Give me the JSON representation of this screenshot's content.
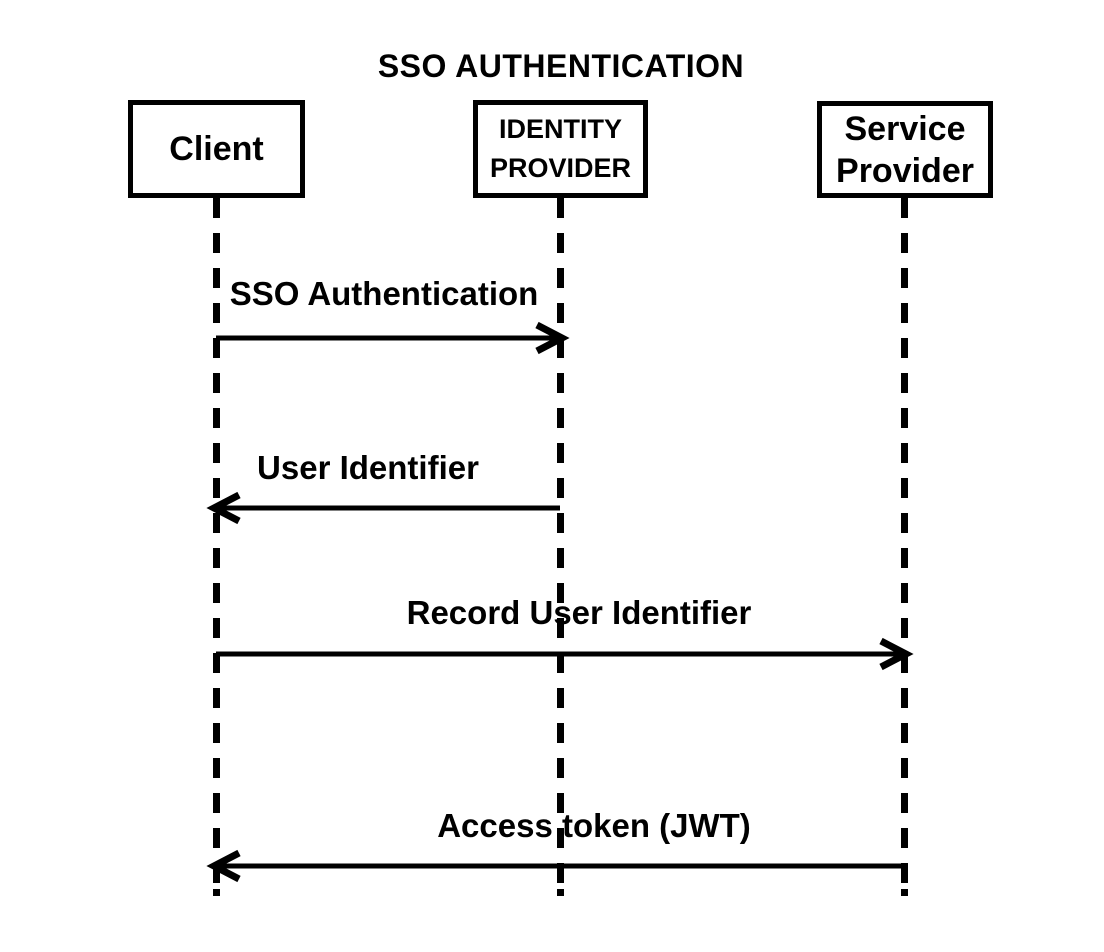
{
  "title": "SSO AUTHENTICATION",
  "diagram_type": "sequence-diagram",
  "colors": {
    "foreground": "#000000",
    "background": "#ffffff"
  },
  "actors": [
    {
      "id": "client",
      "label_lines": [
        "Client"
      ]
    },
    {
      "id": "identity-provider",
      "label_lines": [
        "IDENTITY",
        "PROVIDER"
      ]
    },
    {
      "id": "service-provider",
      "label_lines": [
        "Service",
        "Provider"
      ]
    }
  ],
  "messages": [
    {
      "label": "SSO Authentication",
      "from": "client",
      "to": "identity-provider",
      "direction": "right"
    },
    {
      "label": "User Identifier",
      "from": "identity-provider",
      "to": "client",
      "direction": "left"
    },
    {
      "label": "Record User Identifier",
      "from": "client",
      "to": "service-provider",
      "direction": "right"
    },
    {
      "label": "Access token (JWT)",
      "from": "service-provider",
      "to": "client",
      "direction": "left"
    }
  ]
}
